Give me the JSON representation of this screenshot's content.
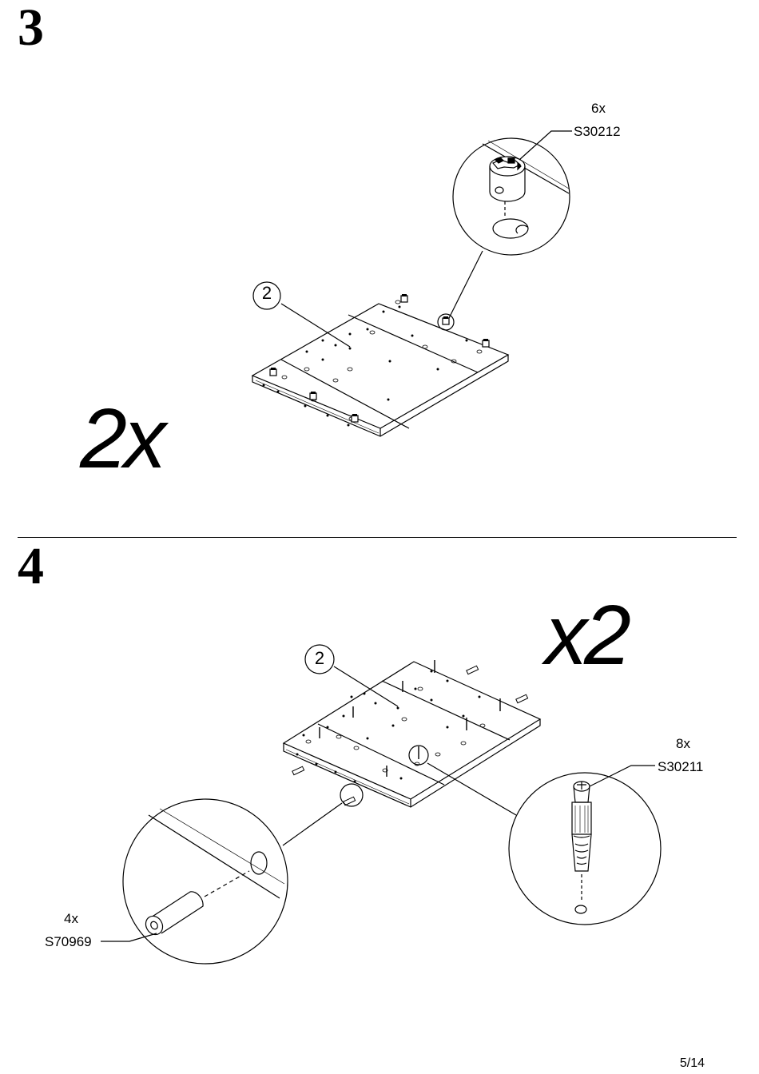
{
  "steps": [
    {
      "number": "3",
      "multiplier": "2x",
      "panel_label": "2",
      "hardware": [
        {
          "qty": "6x",
          "code": "S30212",
          "icon": "cam-lock-icon"
        }
      ]
    },
    {
      "number": "4",
      "multiplier": "x2",
      "panel_label": "2",
      "hardware": [
        {
          "qty": "8x",
          "code": "S30211",
          "icon": "cam-bolt-icon"
        },
        {
          "qty": "4x",
          "code": "S70969",
          "icon": "wooden-dowel-icon"
        }
      ]
    }
  ],
  "page": "5/14"
}
